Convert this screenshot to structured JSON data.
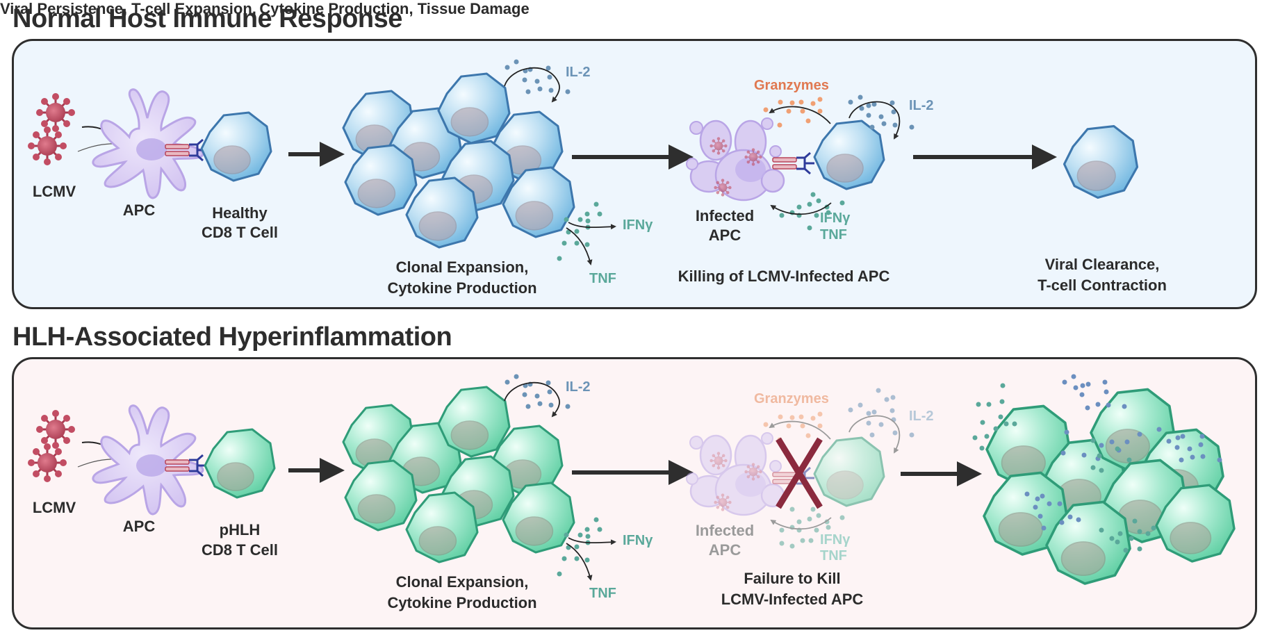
{
  "figure": {
    "panels": [
      {
        "title": "Normal Host Immune Response",
        "background_color": "#eef6fd",
        "t_cell_color": "#7fc1e6",
        "labels": {
          "virus": "LCMV",
          "apc": "APC",
          "t_cell_line1": "Healthy",
          "t_cell_line2": "CD8 T Cell",
          "il2": "IL-2",
          "ifng": "IFNγ",
          "tnf": "TNF",
          "expansion_line1": "Clonal Expansion,",
          "expansion_line2": "Cytokine Production",
          "granzymes": "Granzymes",
          "il2_b": "IL-2",
          "ifng_b": "IFNγ",
          "tnf_b": "TNF",
          "infected_line1": "Infected",
          "infected_line2": "APC",
          "stage3_line1": "Killing of LCMV-Infected APC",
          "stage3_line2": "",
          "stage4_line1": "Viral Clearance,",
          "stage4_line2": "T-cell Contraction"
        }
      },
      {
        "title": "HLH-Associated Hyperinflammation",
        "background_color": "#fdf4f5",
        "t_cell_color": "#6fd7ad",
        "labels": {
          "virus": "LCMV",
          "apc": "APC",
          "t_cell_line1": "pHLH",
          "t_cell_line2": "CD8 T Cell",
          "il2": "IL-2",
          "ifng": "IFNγ",
          "tnf": "TNF",
          "expansion_line1": "Clonal Expansion,",
          "expansion_line2": "Cytokine Production",
          "granzymes": "Granzymes",
          "il2_b": "IL-2",
          "ifng_b": "IFNγ",
          "tnf_b": "TNF",
          "infected_line1": "Infected",
          "infected_line2": "APC",
          "stage3_line1": "Failure to Kill",
          "stage3_line2": "LCMV-Infected APC",
          "stage4_line1": "Viral Persistence,  T-cell Expansion,",
          "stage4_line2": "Cytokine Production, Tissue Damage"
        }
      }
    ],
    "colors": {
      "virus": "#b8445a",
      "apc": "#d9cdf2",
      "il2": "#6b93b6",
      "granzymes": "#f0a074",
      "granzymes_text": "#e07850",
      "ifng_tnf": "#5aa89a",
      "block_x": "#8b2a3e",
      "text": "#2b2b2b"
    }
  }
}
